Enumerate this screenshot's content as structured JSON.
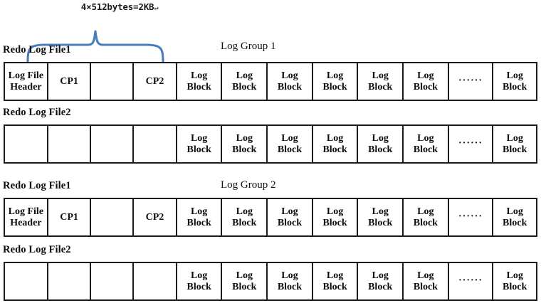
{
  "annotation": {
    "text": "4×512bytes=2KB",
    "return_mark": "↵",
    "brace_color": "#4a7ebb"
  },
  "groups": [
    {
      "title": "Log Group 1",
      "files": [
        {
          "label": "Redo Log File1",
          "cells": [
            {
              "lines": [
                "Log File",
                "Header"
              ],
              "kind": "header"
            },
            {
              "lines": [
                "CP1"
              ],
              "kind": "checkpoint"
            },
            {
              "lines": [
                ""
              ],
              "kind": "blank"
            },
            {
              "lines": [
                "CP2"
              ],
              "kind": "checkpoint"
            },
            {
              "lines": [
                "Log",
                "Block"
              ],
              "kind": "block"
            },
            {
              "lines": [
                "Log",
                "Block"
              ],
              "kind": "block"
            },
            {
              "lines": [
                "Log",
                "Block"
              ],
              "kind": "block"
            },
            {
              "lines": [
                "Log",
                "Block"
              ],
              "kind": "block"
            },
            {
              "lines": [
                "Log",
                "Block"
              ],
              "kind": "block"
            },
            {
              "lines": [
                "Log",
                "Block"
              ],
              "kind": "block"
            },
            {
              "lines": [
                "······"
              ],
              "kind": "ellipsis"
            },
            {
              "lines": [
                "Log",
                "Block"
              ],
              "kind": "block"
            }
          ]
        },
        {
          "label": "Redo Log File2",
          "cells": [
            {
              "lines": [
                ""
              ],
              "kind": "blank"
            },
            {
              "lines": [
                ""
              ],
              "kind": "blank"
            },
            {
              "lines": [
                ""
              ],
              "kind": "blank"
            },
            {
              "lines": [
                ""
              ],
              "kind": "blank"
            },
            {
              "lines": [
                "Log",
                "Block"
              ],
              "kind": "block"
            },
            {
              "lines": [
                "Log",
                "Block"
              ],
              "kind": "block"
            },
            {
              "lines": [
                "Log",
                "Block"
              ],
              "kind": "block"
            },
            {
              "lines": [
                "Log",
                "Block"
              ],
              "kind": "block"
            },
            {
              "lines": [
                "Log",
                "Block"
              ],
              "kind": "block"
            },
            {
              "lines": [
                "Log",
                "Block"
              ],
              "kind": "block"
            },
            {
              "lines": [
                "······"
              ],
              "kind": "ellipsis"
            },
            {
              "lines": [
                "Log",
                "Block"
              ],
              "kind": "block"
            }
          ]
        }
      ]
    },
    {
      "title": "Log Group 2",
      "files": [
        {
          "label": "Redo Log File1",
          "cells": [
            {
              "lines": [
                "Log File",
                "Header"
              ],
              "kind": "header"
            },
            {
              "lines": [
                "CP1"
              ],
              "kind": "checkpoint"
            },
            {
              "lines": [
                ""
              ],
              "kind": "blank"
            },
            {
              "lines": [
                "CP2"
              ],
              "kind": "checkpoint"
            },
            {
              "lines": [
                "Log",
                "Block"
              ],
              "kind": "block"
            },
            {
              "lines": [
                "Log",
                "Block"
              ],
              "kind": "block"
            },
            {
              "lines": [
                "Log",
                "Block"
              ],
              "kind": "block"
            },
            {
              "lines": [
                "Log",
                "Block"
              ],
              "kind": "block"
            },
            {
              "lines": [
                "Log",
                "Block"
              ],
              "kind": "block"
            },
            {
              "lines": [
                "Log",
                "Block"
              ],
              "kind": "block"
            },
            {
              "lines": [
                "······"
              ],
              "kind": "ellipsis"
            },
            {
              "lines": [
                "Log",
                "Block"
              ],
              "kind": "block"
            }
          ]
        },
        {
          "label": "Redo Log File2",
          "cells": [
            {
              "lines": [
                ""
              ],
              "kind": "blank"
            },
            {
              "lines": [
                ""
              ],
              "kind": "blank"
            },
            {
              "lines": [
                ""
              ],
              "kind": "blank"
            },
            {
              "lines": [
                ""
              ],
              "kind": "blank"
            },
            {
              "lines": [
                "Log",
                "Block"
              ],
              "kind": "block"
            },
            {
              "lines": [
                "Log",
                "Block"
              ],
              "kind": "block"
            },
            {
              "lines": [
                "Log",
                "Block"
              ],
              "kind": "block"
            },
            {
              "lines": [
                "Log",
                "Block"
              ],
              "kind": "block"
            },
            {
              "lines": [
                "Log",
                "Block"
              ],
              "kind": "block"
            },
            {
              "lines": [
                "Log",
                "Block"
              ],
              "kind": "block"
            },
            {
              "lines": [
                "······"
              ],
              "kind": "ellipsis"
            },
            {
              "lines": [
                "Log",
                "Block"
              ],
              "kind": "block"
            }
          ]
        }
      ]
    }
  ]
}
